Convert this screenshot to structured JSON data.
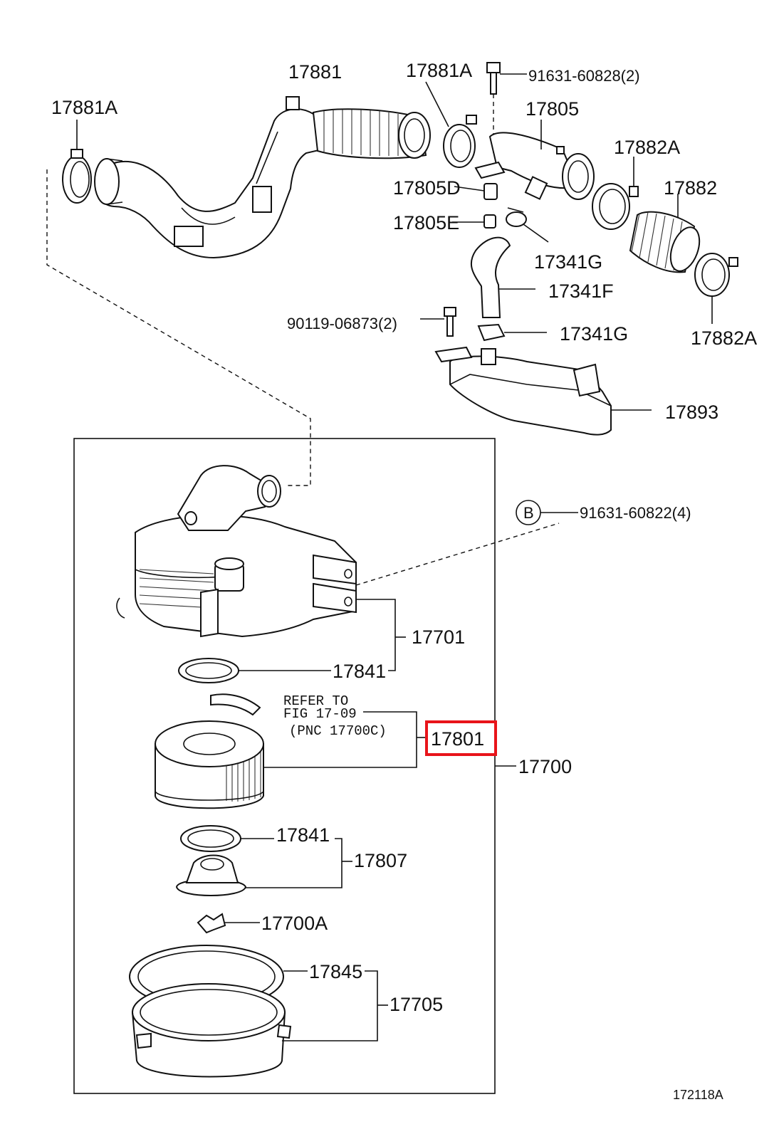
{
  "colors": {
    "line": "#111111",
    "background": "#ffffff",
    "highlight": "#e8141a"
  },
  "labels": {
    "p17881": "17881",
    "p17881A_left": "17881A",
    "p17881A_top": "17881A",
    "p91631_60828": "91631-60828(2)",
    "p17805": "17805",
    "p17882A_top": "17882A",
    "p17805D": "17805D",
    "p17882": "17882",
    "p17805E": "17805E",
    "p17341G_top": "17341G",
    "p17341F": "17341F",
    "p90119_06873": "90119-06873(2)",
    "p17341G_bottom": "17341G",
    "p17882A_bottom": "17882A",
    "p17893": "17893",
    "callout_B": "B",
    "p91631_60822": "91631-60822(4)",
    "p17701": "17701",
    "p17841_top": "17841",
    "refer_line1": "REFER TO",
    "refer_line2": "FIG 17-09",
    "refer_line3": "(PNC 17700C)",
    "p17801": "17801",
    "p17700": "17700",
    "p17841_bottom": "17841",
    "p17807": "17807",
    "p17700A": "17700A",
    "p17845": "17845",
    "p17705": "17705",
    "figure_number": "172118A"
  }
}
